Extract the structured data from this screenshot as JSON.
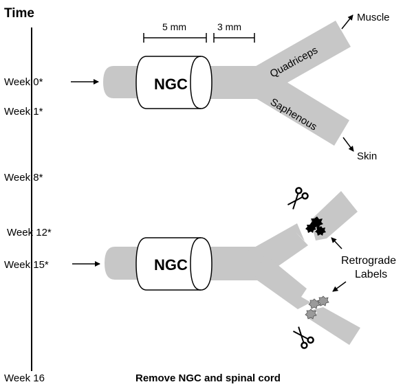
{
  "timeline": {
    "title": "Time",
    "weeks": [
      "Week 0*",
      "Week 1*",
      "Week 8*",
      "Week 12*",
      "Week 15*",
      "Week 16"
    ]
  },
  "top_panel": {
    "ngc_label": "NGC",
    "dim_ngc": "5 mm",
    "dim_gap": "3 mm",
    "branch_upper": "Quadriceps",
    "branch_lower": "Saphenous",
    "target_upper": "Muscle",
    "target_lower": "Skin"
  },
  "bottom_panel": {
    "ngc_label": "NGC",
    "labels_text_line1": "Retrograde",
    "labels_text_line2": "Labels",
    "caption": "Remove NGC and spinal cord"
  },
  "colors": {
    "nerve_fill": "#c7c7c7",
    "label_dark": "#000000",
    "label_light": "#9a9a9a"
  }
}
